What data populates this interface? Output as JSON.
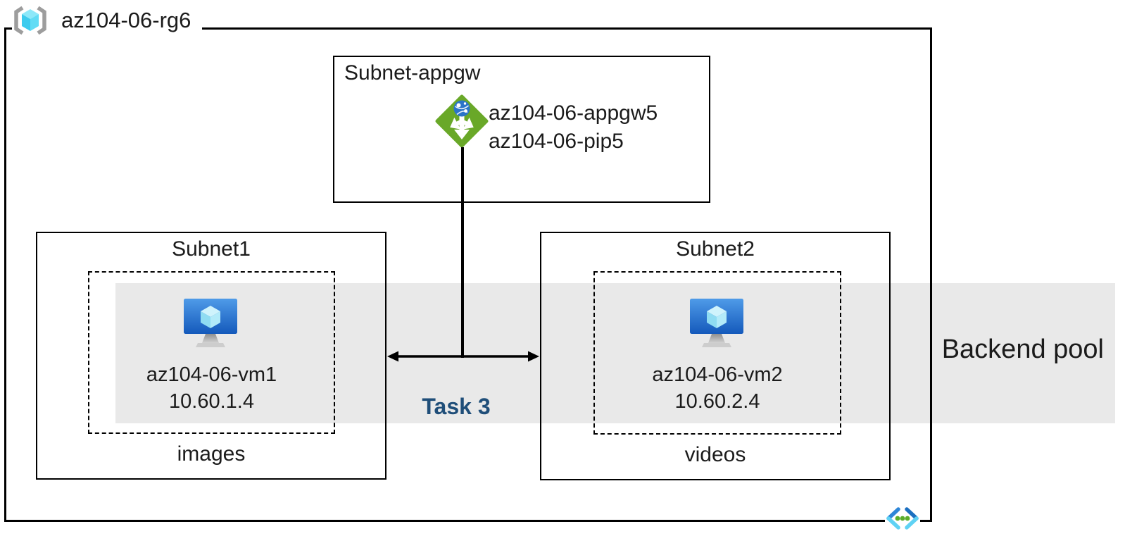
{
  "diagram": {
    "resource_group": {
      "name": "az104-06-rg6",
      "icon": "resource-group-icon"
    },
    "appgw_subnet": {
      "label": "Subnet-appgw",
      "gateway": {
        "icon": "application-gateway-icon",
        "name": "az104-06-appgw5",
        "public_ip_name": "az104-06-pip5"
      }
    },
    "subnets": [
      {
        "label": "Subnet1",
        "vm": {
          "icon": "virtual-machine-icon",
          "name": "az104-06-vm1",
          "ip": "10.60.1.4"
        },
        "app_label": "images"
      },
      {
        "label": "Subnet2",
        "vm": {
          "icon": "virtual-machine-icon",
          "name": "az104-06-vm2",
          "ip": "10.60.2.4"
        },
        "app_label": "videos"
      }
    ],
    "backend_pool": {
      "label": "Backend pool"
    },
    "task": {
      "label": "Task 3"
    },
    "vnet": {
      "icon": "virtual-network-icon"
    },
    "colors": {
      "backend_band_gray": "#E9E9E9",
      "task_navy": "#1F4E79",
      "appgw_green": "#69A828",
      "globe_blue": "#2B74C9",
      "vm_screen_blue_top": "#4F9BE8",
      "vm_screen_blue_bottom": "#1459BB",
      "cube_cyan": "#49D1F0",
      "vnet_blue": "#2E86D8",
      "vnet_cyan": "#5FD2F4",
      "vnet_dot_green": "#5BAD2B",
      "bracket_gray": "#9D9D9D",
      "line_black": "#000000"
    }
  }
}
